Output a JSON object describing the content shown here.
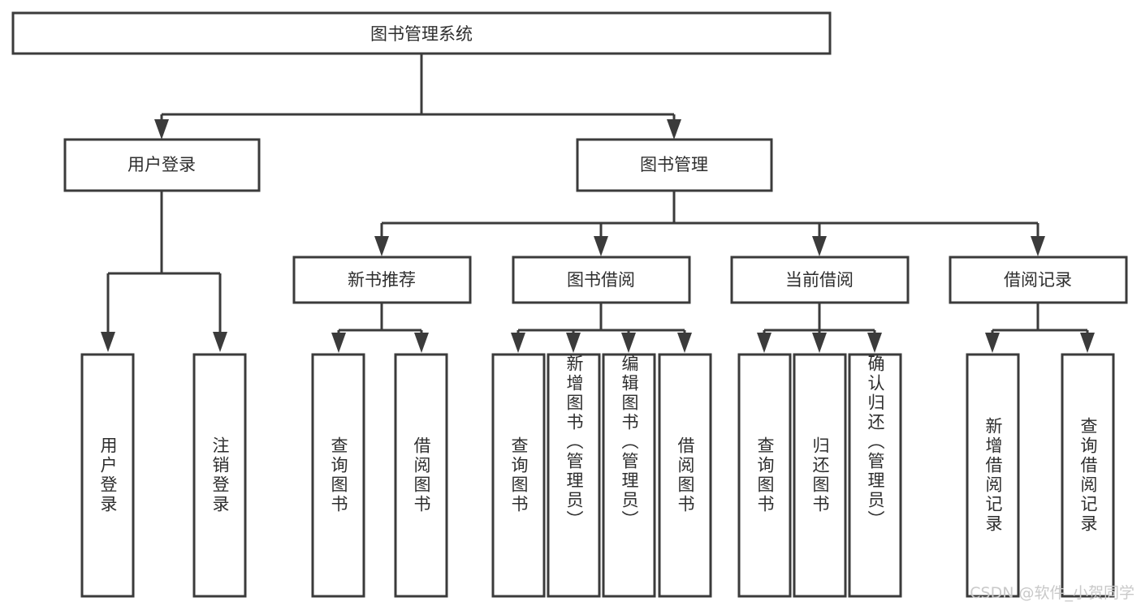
{
  "diagram": {
    "title": "图书管理系统",
    "type": "tree-hierarchy-chart",
    "watermark": "CSDN @软件_小贺同学",
    "colors": {
      "box_stroke": "#3b3b3b",
      "box_fill": "#ffffff",
      "text": "#2e2e2e",
      "connector": "#3b3b3b",
      "watermark": "#c9c9c9",
      "background": "#ffffff"
    },
    "root": {
      "label": "图书管理系统"
    },
    "level1": [
      {
        "label": "用户登录"
      },
      {
        "label": "图书管理"
      }
    ],
    "level2": [
      {
        "label": "新书推荐"
      },
      {
        "label": "图书借阅"
      },
      {
        "label": "当前借阅"
      },
      {
        "label": "借阅记录"
      }
    ],
    "leaves": {
      "user_login": [
        {
          "label": "用户登录"
        },
        {
          "label": "注销登录"
        }
      ],
      "new_book_recommend": [
        {
          "label": "查询图书"
        },
        {
          "label": "借阅图书"
        }
      ],
      "book_borrow": [
        {
          "label": "查询图书"
        },
        {
          "label": "新增图书（管理员）"
        },
        {
          "label": "编辑图书（管理员）"
        },
        {
          "label": "借阅图书"
        }
      ],
      "current_borrow": [
        {
          "label": "查询图书"
        },
        {
          "label": "归还图书"
        },
        {
          "label": "确认归还（管理员）"
        }
      ],
      "borrow_record": [
        {
          "label": "新增借阅记录"
        },
        {
          "label": "查询借阅记录"
        }
      ]
    }
  }
}
